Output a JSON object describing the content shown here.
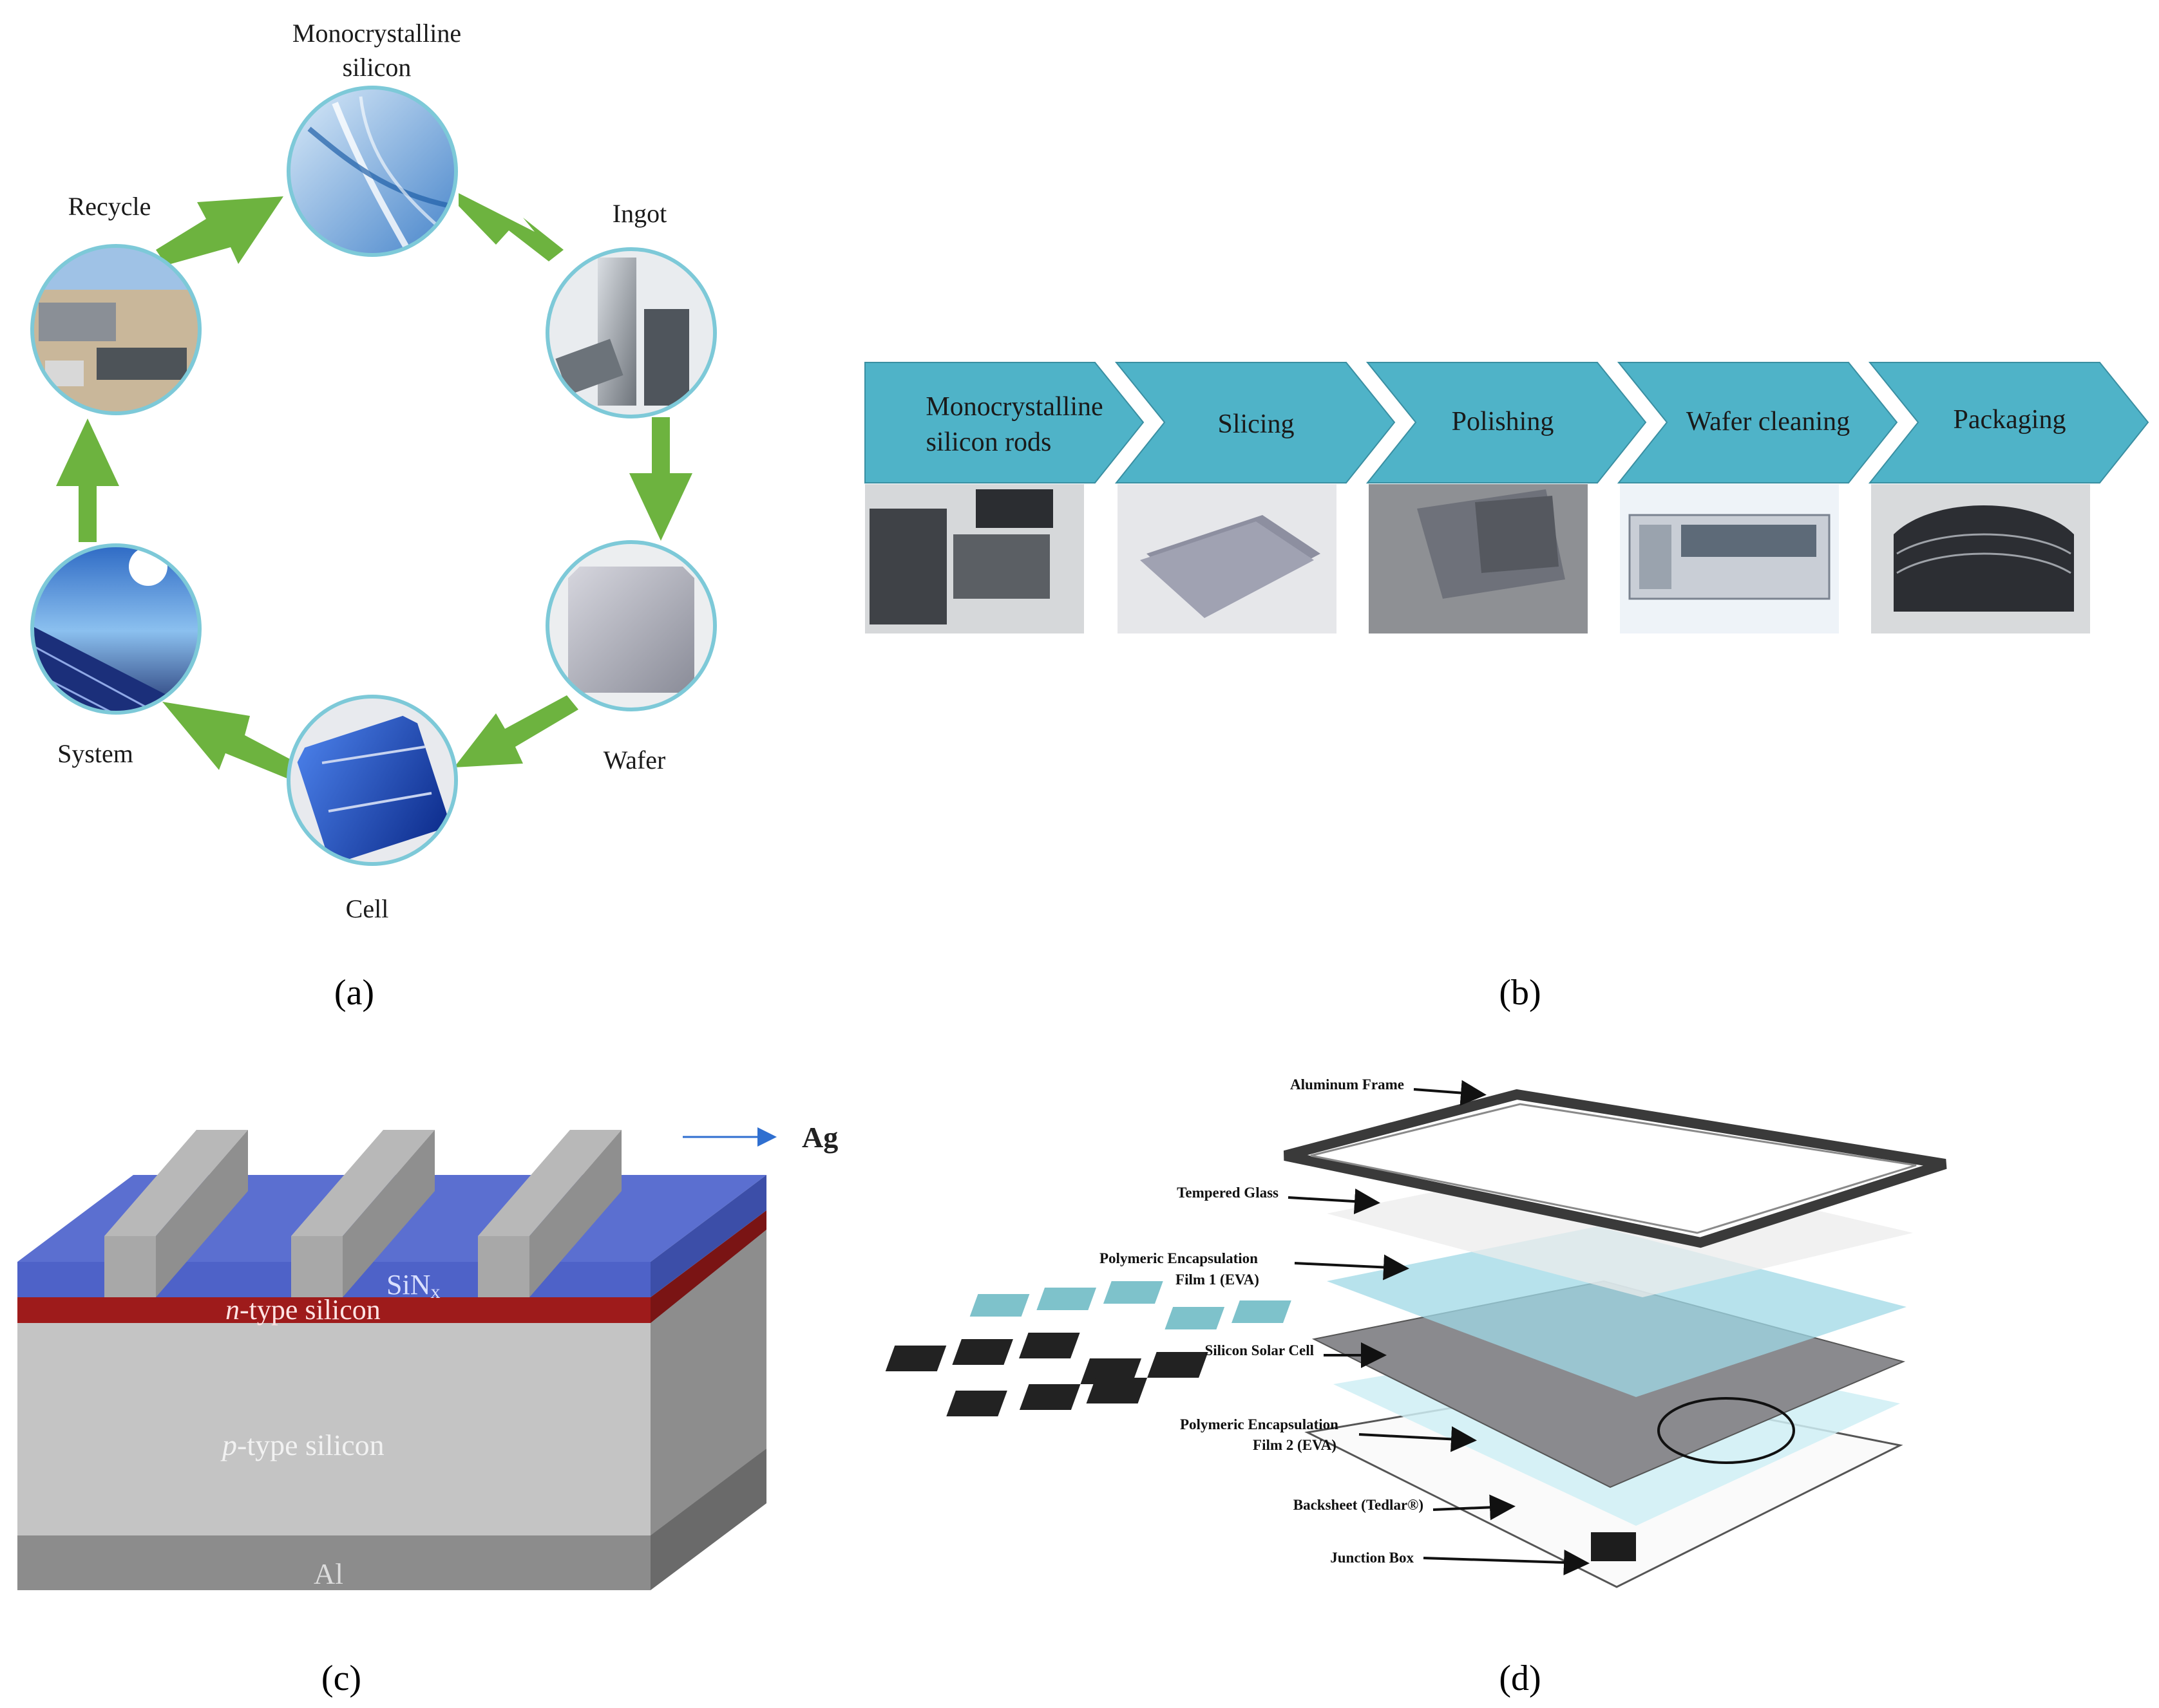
{
  "panel_a": {
    "label": "(a)",
    "stages": {
      "monocrystalline_line1": "Monocrystalline",
      "monocrystalline_line2": "silicon",
      "ingot": "Ingot",
      "wafer": "Wafer",
      "cell": "Cell",
      "system": "System",
      "recycle": "Recycle"
    },
    "arrow_color": "#6db33f"
  },
  "panel_b": {
    "label": "(b)",
    "steps": [
      {
        "line1": "Monocrystalline",
        "line2": "silicon rods"
      },
      {
        "line1": "Slicing",
        "line2": ""
      },
      {
        "line1": "Polishing",
        "line2": ""
      },
      {
        "line1": "Wafer cleaning",
        "line2": ""
      },
      {
        "line1": "Packaging",
        "line2": ""
      }
    ],
    "chevron_color": "#4fb3c8"
  },
  "panel_c": {
    "label": "(c)",
    "layers": {
      "ag": "Ag",
      "sinx_main": "SiN",
      "sinx_sub": "x",
      "n_prefix": "n",
      "n_rest": "-type silicon",
      "p_prefix": "p",
      "p_rest": "-type silicon",
      "al": "Al"
    },
    "colors": {
      "sinx": "#5b6fd0",
      "n_type": "#9e1b1b",
      "p_type": "#c4c4c4",
      "al": "#8c8c8c",
      "ag": "#a8a8a8"
    }
  },
  "panel_d": {
    "label": "(d)",
    "layers": {
      "frame": "Aluminum Frame",
      "glass": "Tempered Glass",
      "eva1_line1": "Polymeric Encapsulation",
      "eva1_line2": "Film 1 (EVA)",
      "cell": "Silicon Solar Cell",
      "eva2_line1": "Polymeric Encapsulation",
      "eva2_line2": "Film 2 (EVA)",
      "backsheet": "Backsheet (Tedlar®)",
      "junction": "Junction Box"
    }
  }
}
